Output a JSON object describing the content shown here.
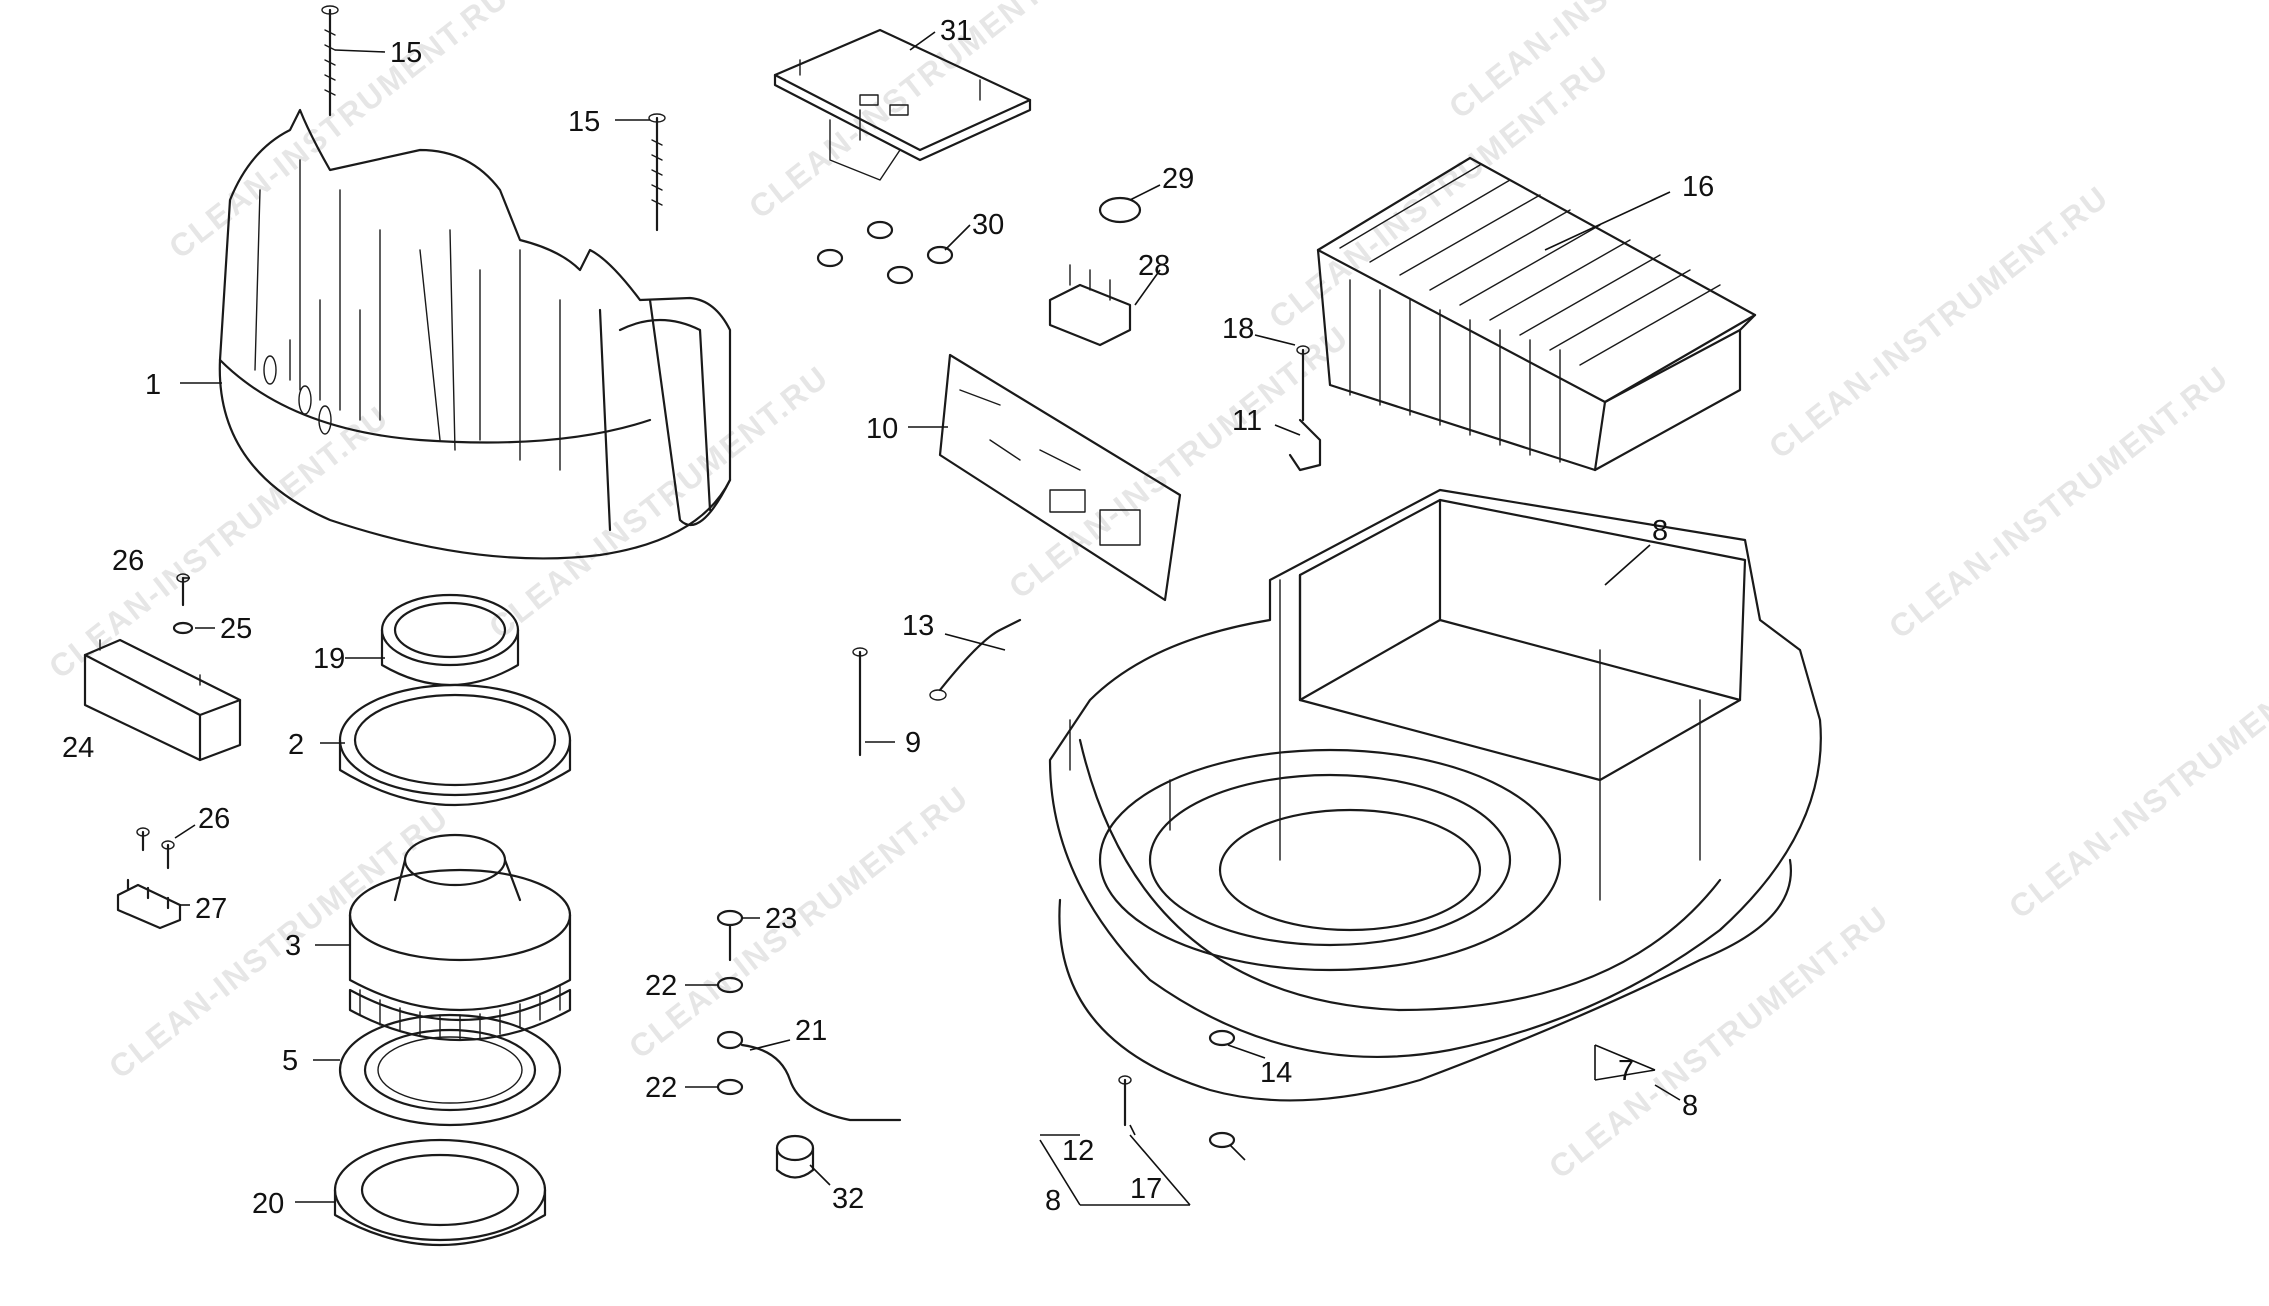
{
  "watermark": "CLEAN-INSTRUMENT.RU",
  "colors": {
    "line": "#1a1a1a",
    "watermark": "#c9c9c9",
    "background": "#ffffff"
  },
  "labels": {
    "l1": "1",
    "l2": "2",
    "l3": "3",
    "l5": "5",
    "l7": "7",
    "l8a": "8",
    "l8b": "8",
    "l8c": "8",
    "l9": "9",
    "l10": "10",
    "l11": "11",
    "l12": "12",
    "l13": "13",
    "l14": "14",
    "l15a": "15",
    "l15b": "15",
    "l16": "16",
    "l17": "17",
    "l18": "18",
    "l19": "19",
    "l20": "20",
    "l21": "21",
    "l22a": "22",
    "l22b": "22",
    "l23": "23",
    "l24": "24",
    "l25": "25",
    "l26a": "26",
    "l26b": "26",
    "l27": "27",
    "l28": "28",
    "l29": "29",
    "l30": "30",
    "l31": "31",
    "l32": "32"
  }
}
